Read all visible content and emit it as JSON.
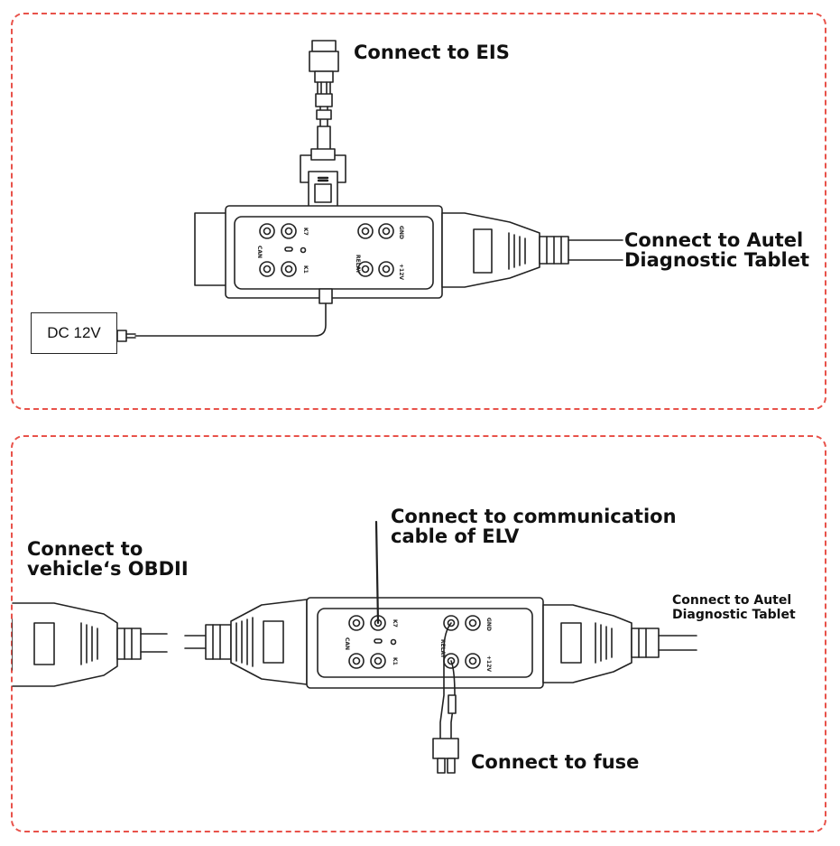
{
  "top_panel": {
    "label_eis": "Connect to EIS",
    "label_autel_line1": "Connect to Autel",
    "label_autel_line2": "Diagnostic Tablet",
    "power_supply_label": "DC 12V"
  },
  "bottom_panel": {
    "label_elv_line1": "Connect to communication",
    "label_elv_line2": "cable of ELV",
    "label_obd_line1": "Connect to",
    "label_obd_line2": "vehicle‘s OBDII",
    "label_autel_line1": "Connect to Autel",
    "label_autel_line2": "Diagnostic Tablet",
    "label_fuse": "Connect to fuse"
  },
  "device_port_labels": {
    "k7": "K7",
    "can": "CAN",
    "k1": "K1",
    "gnd": "GND",
    "relay": "RELAY",
    "plus12v": "+12V"
  },
  "colors": {
    "panel_border": "#e8524a",
    "line": "#222222",
    "text": "#111111"
  }
}
